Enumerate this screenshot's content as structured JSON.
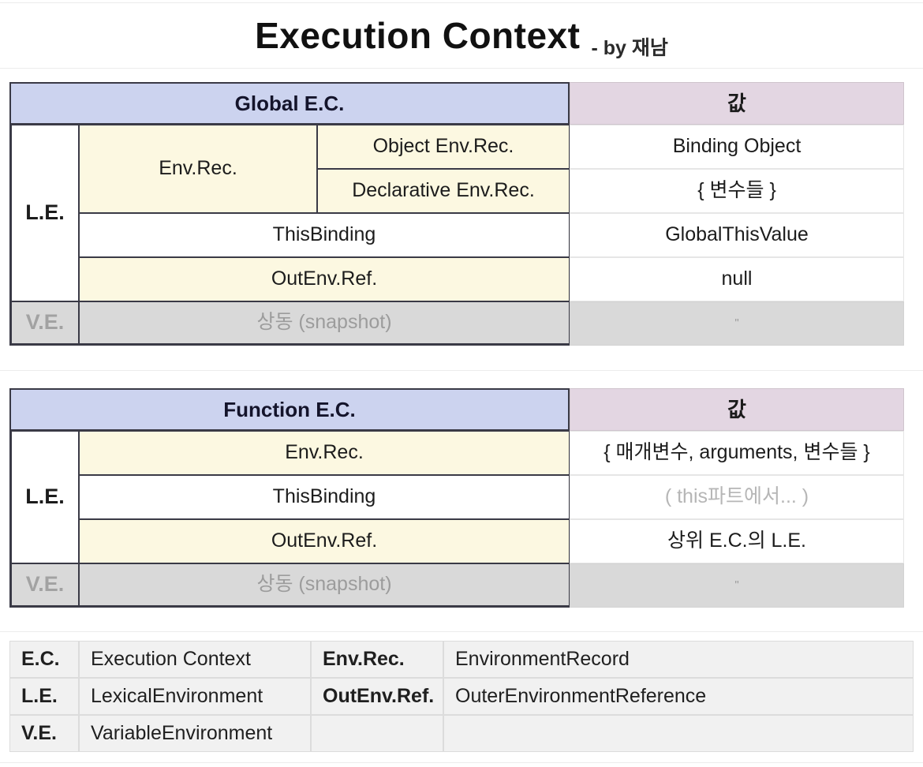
{
  "page": {
    "title_main": "Execution Context",
    "title_sub": "- by 재남",
    "accent_header_blue": "#ccd3ef",
    "accent_header_pink": "#e3d6e2",
    "accent_cell_yellow": "#fcf8e1",
    "accent_cell_gray": "#d9d9d9"
  },
  "global_table": {
    "header": "Global E.C.",
    "value_header": "값",
    "side_le": "L.E.",
    "side_ve": "V.E.",
    "envrec_label": "Env.Rec.",
    "rows": [
      {
        "name": "Object Env.Rec.",
        "value": "Binding Object"
      },
      {
        "name": "Declarative Env.Rec.",
        "value": "{ 변수들 }"
      },
      {
        "name": "ThisBinding",
        "value": "GlobalThisValue"
      },
      {
        "name": "OutEnv.Ref.",
        "value": "null"
      }
    ],
    "ve_row": {
      "name": "상동 (snapshot)",
      "value": "\""
    }
  },
  "function_table": {
    "header": "Function E.C.",
    "value_header": "값",
    "side_le": "L.E.",
    "side_ve": "V.E.",
    "rows": [
      {
        "name": "Env.Rec.",
        "value": "{ 매개변수, arguments, 변수들 }"
      },
      {
        "name": "ThisBinding",
        "value": "( this파트에서... )"
      },
      {
        "name": "OutEnv.Ref.",
        "value": "상위 E.C.의 L.E."
      }
    ],
    "ve_row": {
      "name": "상동 (snapshot)",
      "value": "\""
    }
  },
  "legend": {
    "rows": [
      {
        "abbr_a": "E.C.",
        "full_a": "Execution Context",
        "abbr_b": "Env.Rec.",
        "full_b": "EnvironmentRecord"
      },
      {
        "abbr_a": "L.E.",
        "full_a": "LexicalEnvironment",
        "abbr_b": "OutEnv.Ref.",
        "full_b": "OuterEnvironmentReference"
      },
      {
        "abbr_a": "V.E.",
        "full_a": "VariableEnvironment",
        "abbr_b": "",
        "full_b": ""
      }
    ]
  }
}
